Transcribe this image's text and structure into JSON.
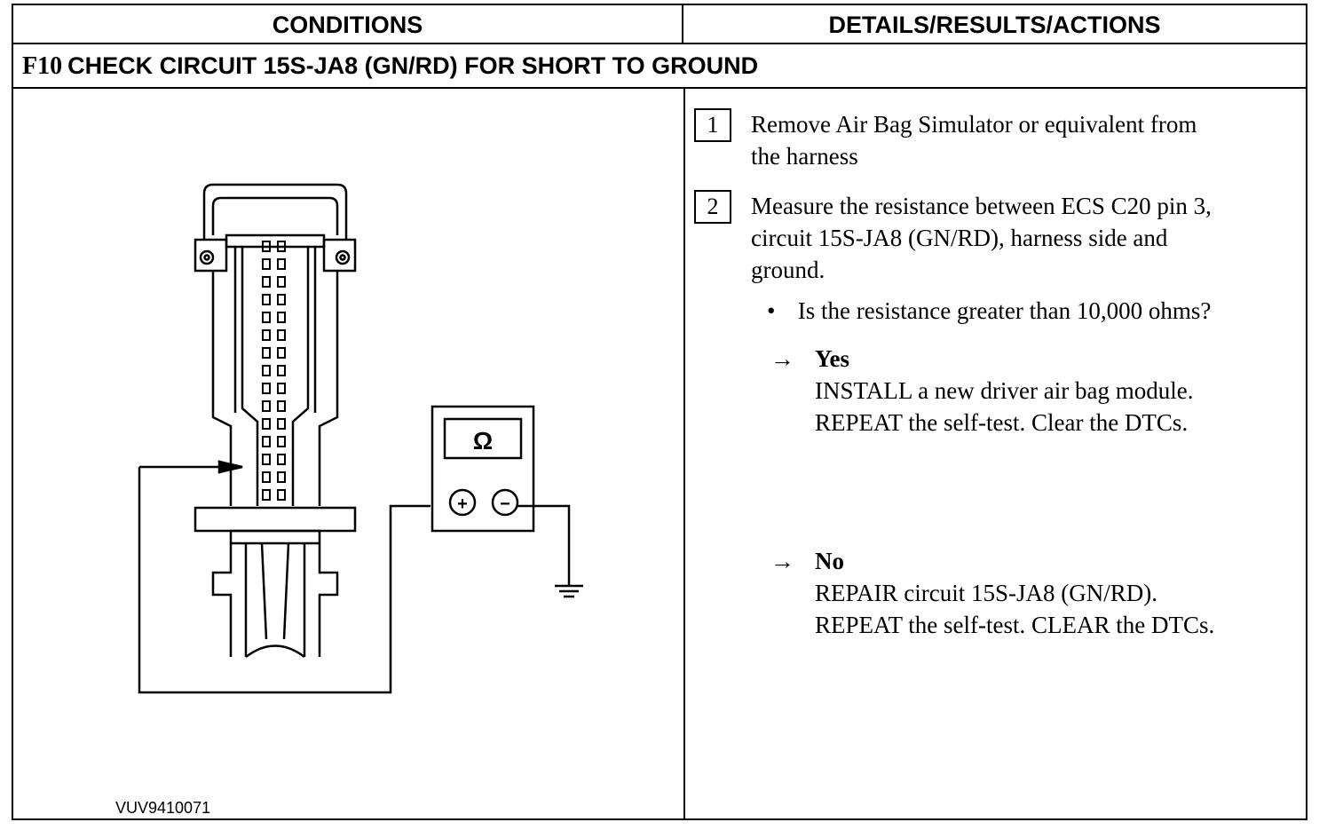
{
  "header": {
    "conditions": "CONDITIONS",
    "details": "DETAILS/RESULTS/ACTIONS"
  },
  "test": {
    "code": "F10",
    "title": "CHECK CIRCUIT 15S-JA8 (GN/RD) FOR SHORT TO GROUND"
  },
  "diagram": {
    "meter_symbol": "Ω",
    "plus": "+",
    "minus": "−",
    "figure_id": "VUV9410071"
  },
  "steps": [
    {
      "num": "1",
      "line1": "Remove Air Bag Simulator or equivalent from",
      "line2": "the harness"
    },
    {
      "num": "2",
      "line1": "Measure the resistance between ECS C20 pin 3,",
      "line2": "circuit 15S-JA8 (GN/RD), harness side and",
      "line3": "ground."
    }
  ],
  "question": "Is the resistance greater than 10,000 ohms?",
  "yes": {
    "label": "Yes",
    "line1": "INSTALL a new driver air bag module.",
    "line2": "REPEAT the self-test. Clear the DTCs."
  },
  "no": {
    "label": "No",
    "line1": "REPAIR circuit 15S-JA8 (GN/RD).",
    "line2": "REPEAT the self-test. CLEAR the DTCs."
  },
  "symbols": {
    "arrow": "→",
    "bullet": "•"
  }
}
